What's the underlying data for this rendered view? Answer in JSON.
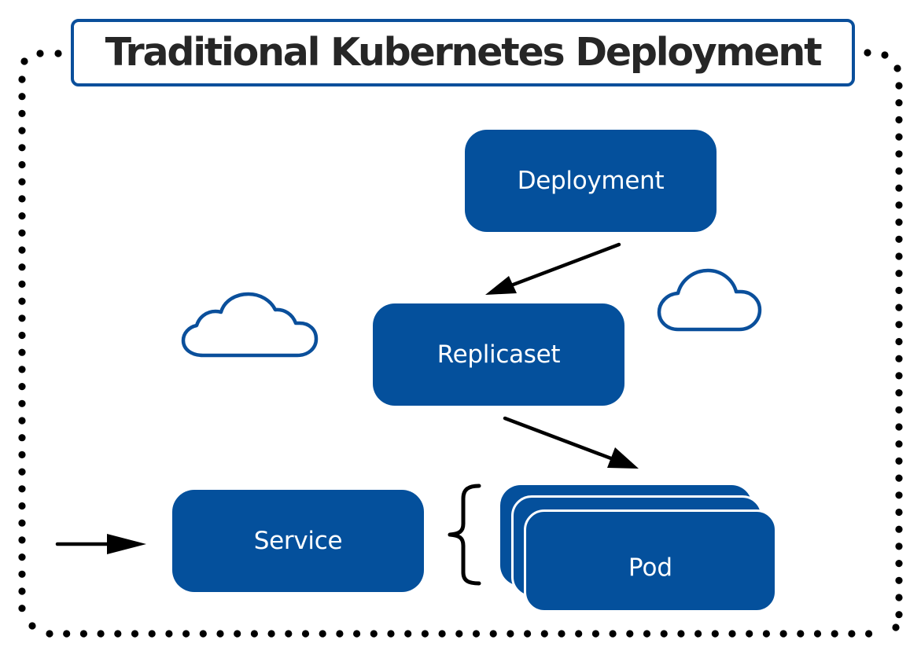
{
  "title": "Traditional Kubernetes Deployment",
  "colors": {
    "node_fill": "#04509c",
    "title_border": "#0a4f9b",
    "title_text": "#262626",
    "node_text": "#ffffff",
    "arrow": "#000000",
    "dotted_border": "#000000",
    "cloud_stroke": "#0a4f9b"
  },
  "nodes": {
    "deployment": {
      "label": "Deployment"
    },
    "replicaset": {
      "label": "Replicaset"
    },
    "service": {
      "label": "Service"
    },
    "pod": {
      "label": "Pod",
      "stack_count": 3
    }
  },
  "edges": [
    {
      "from": "deployment",
      "to": "replicaset"
    },
    {
      "from": "replicaset",
      "to": "pod"
    },
    {
      "from": "external",
      "to": "service"
    }
  ],
  "decorations": {
    "clouds": [
      "cloud-left",
      "cloud-right"
    ],
    "brace": "service-to-pods-brace"
  }
}
